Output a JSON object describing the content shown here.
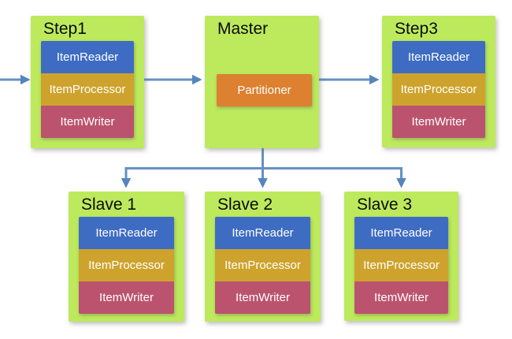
{
  "colors": {
    "canvas_bg": "#ffffff",
    "container_green": "#bdea5c",
    "reader_blue": "#3e6cc2",
    "processor_gold": "#cea32d",
    "writer_rose": "#bb536f",
    "partitioner_orange": "#dd8030",
    "arrow_line": "#6590c3",
    "arrow_head": "#5585bd",
    "title_text": "#0a0a0a",
    "component_text": "#ffffff"
  },
  "nodes": {
    "step1": {
      "title": "Step1",
      "components": [
        "ItemReader",
        "ItemProcessor",
        "ItemWriter"
      ]
    },
    "master": {
      "title": "Master",
      "components": [
        "Partitioner"
      ]
    },
    "step3": {
      "title": "Step3",
      "components": [
        "ItemReader",
        "ItemProcessor",
        "ItemWriter"
      ]
    },
    "slave1": {
      "title": "Slave 1",
      "components": [
        "ItemReader",
        "ItemProcessor",
        "ItemWriter"
      ]
    },
    "slave2": {
      "title": "Slave 2",
      "components": [
        "ItemReader",
        "ItemProcessor",
        "ItemWriter"
      ]
    },
    "slave3": {
      "title": "Slave 3",
      "components": [
        "ItemReader",
        "ItemProcessor",
        "ItemWriter"
      ]
    }
  },
  "edges": [
    {
      "from": "external",
      "to": "step1"
    },
    {
      "from": "step1",
      "to": "master"
    },
    {
      "from": "master",
      "to": "step3"
    },
    {
      "from": "master",
      "to": "slave1"
    },
    {
      "from": "master",
      "to": "slave2"
    },
    {
      "from": "master",
      "to": "slave3"
    }
  ]
}
